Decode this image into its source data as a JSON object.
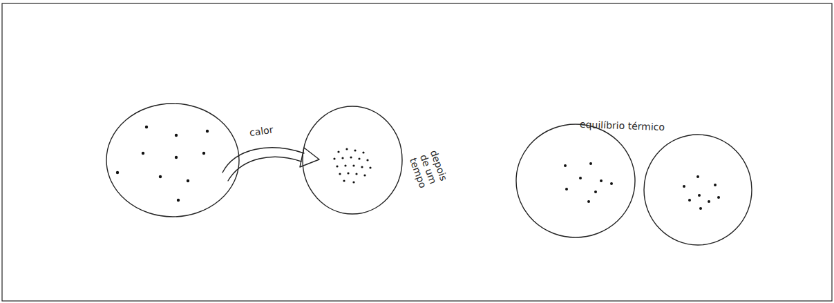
{
  "diagram": {
    "labels": [
      "calor",
      "depois de um tempo",
      "equilíbrio térmico"
    ]
  }
}
